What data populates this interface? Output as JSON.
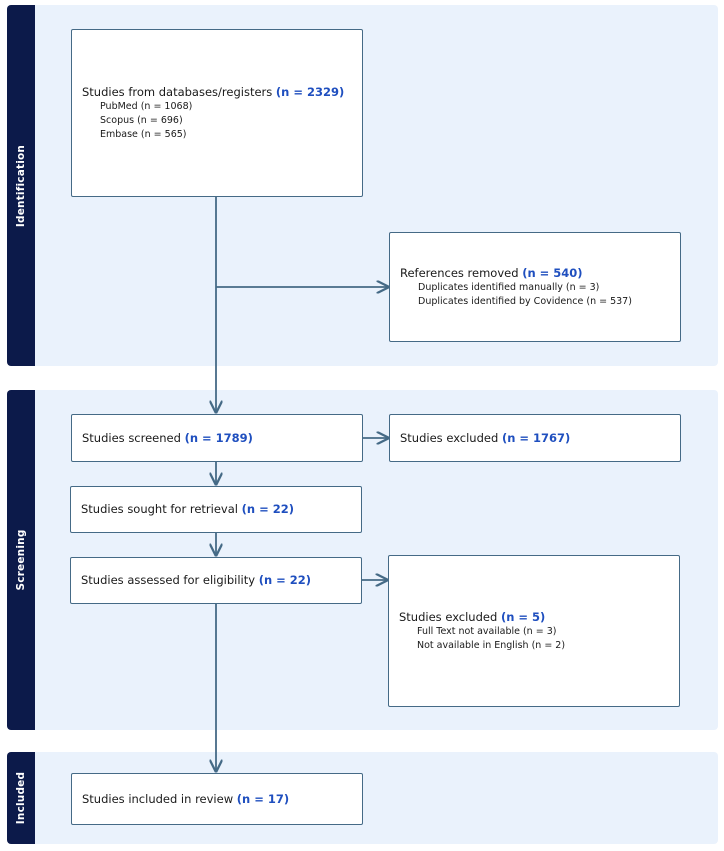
{
  "phases": {
    "identification": "Identification",
    "screening": "Screening",
    "included": "Included"
  },
  "boxes": {
    "databases": {
      "title": "Studies from databases/registers",
      "count": "(n = 2329)",
      "items": [
        "PubMed (n = 1068)",
        "Scopus (n = 696)",
        "Embase (n = 565)"
      ]
    },
    "removed": {
      "title": "References removed",
      "count": "(n = 540)",
      "items": [
        "Duplicates identified manually (n = 3)",
        "Duplicates identified by Covidence (n = 537)"
      ]
    },
    "screened": {
      "title": "Studies screened",
      "count": "(n = 1789)"
    },
    "excluded_screen": {
      "title": "Studies excluded",
      "count": "(n = 1767)"
    },
    "sought": {
      "title": "Studies sought for retrieval",
      "count": "(n = 22)"
    },
    "assessed": {
      "title": "Studies assessed for eligibility",
      "count": "(n = 22)"
    },
    "excluded_full": {
      "title": "Studies excluded",
      "count": "(n = 5)",
      "items": [
        "Full Text not available (n = 3)",
        "Not available in English (n = 2)"
      ]
    },
    "included": {
      "title": "Studies included in review",
      "count": "(n = 17)"
    }
  },
  "colors": {
    "band": "#eaf2fc",
    "side": "#0c1a4a",
    "border": "#456a86",
    "count": "#1f4fbf"
  }
}
